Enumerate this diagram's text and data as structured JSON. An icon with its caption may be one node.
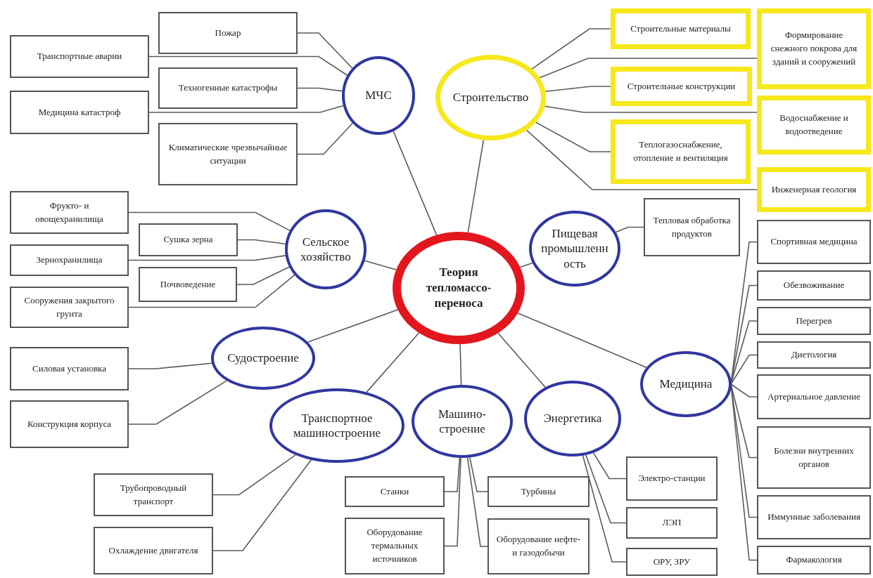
{
  "diagram": {
    "nodes": [
      {
        "text": [
          "Теория тепломассо-переноса"
        ]
      },
      {
        "text": [
          "МЧС"
        ]
      },
      {
        "text": [
          "Строительство"
        ]
      },
      {
        "text": [
          "Сельское хозяйство"
        ]
      },
      {
        "text": [
          "Пищевая промышленность"
        ]
      },
      {
        "text": [
          "Судостроение"
        ]
      },
      {
        "text": [
          "Транспортное машиностроение"
        ]
      },
      {
        "text": [
          "Машино-строение"
        ]
      },
      {
        "text": [
          "Энергетика"
        ]
      },
      {
        "text": [
          "Медицина"
        ]
      },
      {
        "text": [
          "Пожар"
        ]
      },
      {
        "text": [
          "Транспортные аварии"
        ]
      },
      {
        "text": [
          "Техногенные катастрофы"
        ]
      },
      {
        "text": [
          "Медицина катастроф"
        ]
      },
      {
        "text": [
          "Климатические чрезвычайные ситуации"
        ]
      },
      {
        "text": [
          "Строительные материалы"
        ]
      },
      {
        "text": [
          "Формирование снежного покрова для зданий и сооружений"
        ]
      },
      {
        "text": [
          "Строительные конструкции"
        ]
      },
      {
        "text": [
          "Водоснабжение и водоотведение"
        ]
      },
      {
        "text": [
          "Теплогазоснабжение, отопление и вентиляция"
        ]
      },
      {
        "text": [
          "Инженерная геология"
        ]
      },
      {
        "text": [
          "Фрукто- и овощехранилища"
        ]
      },
      {
        "text": [
          "Сушка зерна"
        ]
      },
      {
        "text": [
          "Зернохранилища"
        ]
      },
      {
        "text": [
          "Почвоведение"
        ]
      },
      {
        "text": [
          "Сооружения закрытого грунта"
        ]
      },
      {
        "text": [
          "Тепловая обработка продуктов"
        ]
      },
      {
        "text": [
          "Силовая установка"
        ]
      },
      {
        "text": [
          "Конструкция корпуса"
        ]
      },
      {
        "text": [
          "Трубопроводный транспорт"
        ]
      },
      {
        "text": [
          "Охлаждение двигателя"
        ]
      },
      {
        "text": [
          "Станки"
        ]
      },
      {
        "text": [
          "Турбины"
        ]
      },
      {
        "text": [
          "Оборудование термальных источников"
        ]
      },
      {
        "text": [
          "Оборудование нефте- и газодобычи"
        ]
      },
      {
        "text": [
          "Электро-станции"
        ]
      },
      {
        "text": [
          "ЛЭП"
        ]
      },
      {
        "text": [
          "ОРУ, ЗРУ"
        ]
      },
      {
        "text": [
          "Спортивная медицина"
        ]
      },
      {
        "text": [
          "Обезвоживание"
        ]
      },
      {
        "text": [
          "Перегрев"
        ]
      },
      {
        "text": [
          "Диетология"
        ]
      },
      {
        "text": [
          "Артериальное давление"
        ]
      },
      {
        "text": [
          "Болезни внутренних органов"
        ]
      },
      {
        "text": [
          "Иммунные заболевания"
        ]
      },
      {
        "text": [
          "Фармакология"
        ]
      }
    ],
    "edges": [
      {
        "from": 0,
        "to": 1,
        "arrow": "none"
      },
      {
        "from": 0,
        "to": 2,
        "arrow": "none"
      },
      {
        "from": 0,
        "to": 3,
        "arrow": "none"
      },
      {
        "from": 0,
        "to": 4,
        "arrow": "none"
      },
      {
        "from": 0,
        "to": 5,
        "arrow": "none"
      },
      {
        "from": 0,
        "to": 6,
        "arrow": "none"
      },
      {
        "from": 0,
        "to": 7,
        "arrow": "none"
      },
      {
        "from": 0,
        "to": 8,
        "arrow": "none"
      },
      {
        "from": 0,
        "to": 9,
        "arrow": "none"
      },
      {
        "from": 1,
        "to": 10,
        "arrow": "none"
      },
      {
        "from": 1,
        "to": 11,
        "arrow": "none"
      },
      {
        "from": 1,
        "to": 12,
        "arrow": "none"
      },
      {
        "from": 1,
        "to": 13,
        "arrow": "none"
      },
      {
        "from": 1,
        "to": 14,
        "arrow": "none"
      },
      {
        "from": 2,
        "to": 15,
        "arrow": "none"
      },
      {
        "from": 2,
        "to": 16,
        "arrow": "none"
      },
      {
        "from": 2,
        "to": 17,
        "arrow": "none"
      },
      {
        "from": 2,
        "to": 18,
        "arrow": "none"
      },
      {
        "from": 2,
        "to": 19,
        "arrow": "none"
      },
      {
        "from": 2,
        "to": 20,
        "arrow": "none"
      },
      {
        "from": 3,
        "to": 21,
        "arrow": "none"
      },
      {
        "from": 3,
        "to": 22,
        "arrow": "none"
      },
      {
        "from": 3,
        "to": 23,
        "arrow": "none"
      },
      {
        "from": 3,
        "to": 24,
        "arrow": "none"
      },
      {
        "from": 3,
        "to": 25,
        "arrow": "none"
      },
      {
        "from": 4,
        "to": 26,
        "arrow": "none"
      },
      {
        "from": 5,
        "to": 27,
        "arrow": "none"
      },
      {
        "from": 5,
        "to": 28,
        "arrow": "none"
      },
      {
        "from": 6,
        "to": 29,
        "arrow": "none"
      },
      {
        "from": 6,
        "to": 30,
        "arrow": "none"
      },
      {
        "from": 7,
        "to": 31,
        "arrow": "none"
      },
      {
        "from": 7,
        "to": 32,
        "arrow": "none"
      },
      {
        "from": 7,
        "to": 33,
        "arrow": "none"
      },
      {
        "from": 7,
        "to": 34,
        "arrow": "none"
      },
      {
        "from": 8,
        "to": 35,
        "arrow": "none"
      },
      {
        "from": 8,
        "to": 36,
        "arrow": "none"
      },
      {
        "from": 8,
        "to": 37,
        "arrow": "none"
      },
      {
        "from": 9,
        "to": 38,
        "arrow": "none"
      },
      {
        "from": 9,
        "to": 39,
        "arrow": "none"
      },
      {
        "from": 9,
        "to": 40,
        "arrow": "none"
      },
      {
        "from": 9,
        "to": 41,
        "arrow": "none"
      },
      {
        "from": 9,
        "to": 42,
        "arrow": "none"
      },
      {
        "from": 9,
        "to": 43,
        "arrow": "none"
      },
      {
        "from": 9,
        "to": 44,
        "arrow": "none"
      },
      {
        "from": 9,
        "to": 45,
        "arrow": "none"
      }
    ]
  }
}
